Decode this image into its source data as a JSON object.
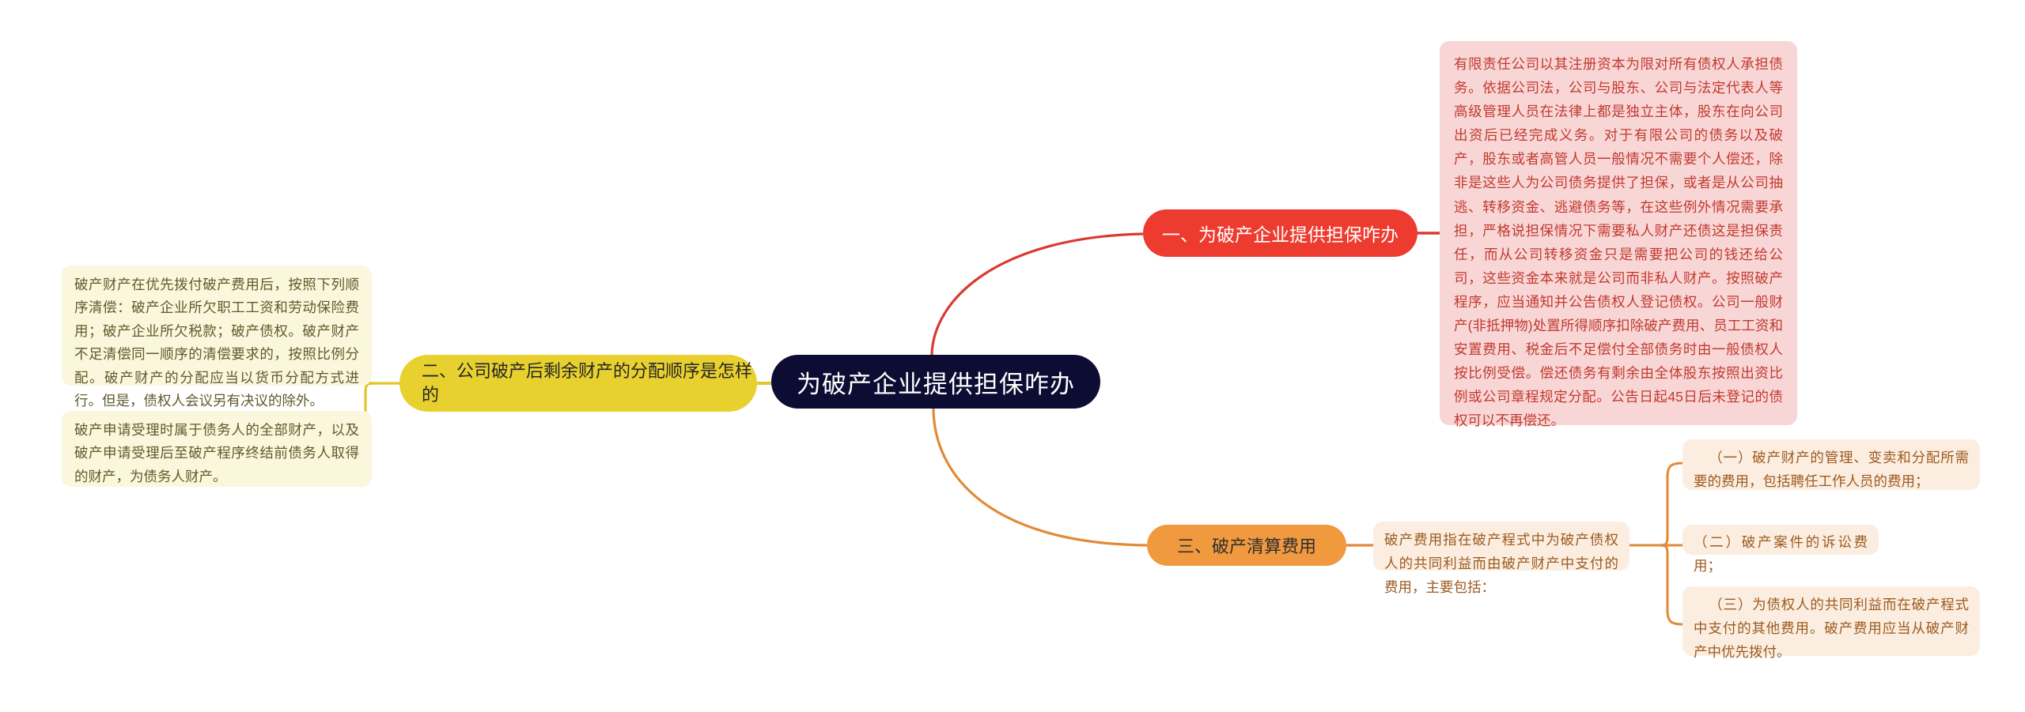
{
  "mindmap": {
    "root": {
      "label": "为破产企业提供担保咋办",
      "color": "#0d0d33",
      "text_color": "#ffffff"
    },
    "branches": [
      {
        "id": "branch-red",
        "label": "一、为破产企业提供担保咋办",
        "color": "#ee3b2f",
        "leaves": [
          {
            "id": "card-pink",
            "text": "有限责任公司以其注册资本为限对所有债权人承担债务。依据公司法，公司与股东、公司与法定代表人等高级管理人员在法律上都是独立主体，股东在向公司出资后已经完成义务。对于有限公司的债务以及破产，股东或者高管人员一般情况不需要个人偿还，除非是这些人为公司债务提供了担保，或者是从公司抽逃、转移资金、逃避债务等，在这些例外情况需要承担，严格说担保情况下需要私人财产还债这是担保责任，而从公司转移资金只是需要把公司的钱还给公司，这些资金本来就是公司而非私人财产。按照破产程序，应当通知并公告债权人登记债权。公司一般财产(非抵押物)处置所得顺序扣除破产费用、员工工资和安置费用、税金后不足偿付全部债务时由一般债权人按比例受偿。偿还债务有剩余由全体股东按照出资比例或公司章程规定分配。公告日起45日后未登记的债权可以不再偿还。",
            "bg": "#f9d6d6",
            "fg": "#c03a2f"
          }
        ]
      },
      {
        "id": "branch-yellow",
        "label": "二、公司破产后剩余财产的分配顺序是怎样的",
        "color": "#e8d02e",
        "leaves": [
          {
            "id": "card-yellow-1",
            "text": "破产财产在优先拨付破产费用后，按照下列顺序清偿：破产企业所欠职工工资和劳动保险费用；破产企业所欠税款；破产债权。破产财产不足清偿同一顺序的清偿要求的，按照比例分配。破产财产的分配应当以货币分配方式进行。但是，债权人会议另有决议的除外。",
            "bg": "#faf7dd",
            "fg": "#5f5a2c"
          },
          {
            "id": "card-yellow-2",
            "text": "破产申请受理时属于债务人的全部财产，以及破产申请受理后至破产程序终结前债务人取得的财产，为债务人财产。",
            "bg": "#faf7dd",
            "fg": "#5f5a2c"
          }
        ]
      },
      {
        "id": "branch-orange",
        "label": "三、破产清算费用",
        "color": "#f0993e",
        "leaves": [
          {
            "id": "card-orange-main",
            "text": "破产费用指在破产程式中为破产债权人的共同利益而由破产财产中支付的费用，主要包括：",
            "bg": "#fbeee0",
            "fg": "#9d5a20"
          }
        ],
        "sub_leaves": [
          {
            "id": "card-sub-1",
            "text": "（一）破产财产的管理、变卖和分配所需要的费用，包括聘任工作人员的费用；",
            "bg": "#fbeee0",
            "fg": "#9d5a20"
          },
          {
            "id": "card-sub-2",
            "text": "（二）破产案件的诉讼费用；",
            "bg": "#fbeee0",
            "fg": "#9d5a20"
          },
          {
            "id": "card-sub-3",
            "text": "（三）为债权人的共同利益而在破产程式中支付的其他费用。破产费用应当从破产财产中优先拨付。",
            "bg": "#fbeee0",
            "fg": "#9d5a20"
          }
        ]
      }
    ],
    "palette": {
      "background": "#ffffff",
      "red": "#ee3b2f",
      "yellow": "#e8d02e",
      "orange": "#f0993e",
      "navy": "#0d0d33"
    }
  }
}
